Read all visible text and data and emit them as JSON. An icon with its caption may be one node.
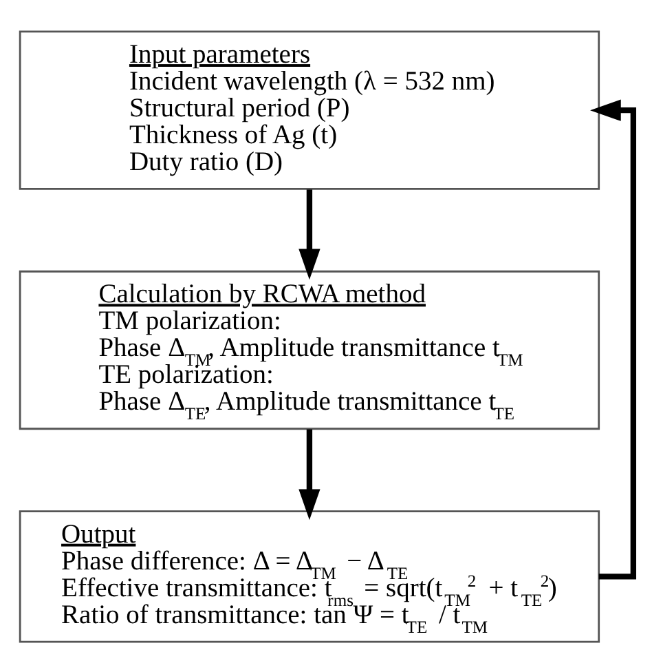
{
  "diagram": {
    "nodes": [
      {
        "text": [
          "Input parameters",
          "Incident wavelength (λ = 532 nm)",
          "Structural period (P)",
          "Thickness of Ag (t)",
          "Duty ratio (D)"
        ]
      },
      {
        "text": [
          "Calculation by RCWA method",
          "TM polarization:",
          "Phase Δ$_{TM}$, Amplitude transmittance t$_{TM}$",
          "TE polarization:",
          "Phase Δ$_{TE}$, Amplitude transmittance t$_{TE}$"
        ]
      },
      {
        "text": [
          "Output",
          "Phase difference: Δ = Δ$_{TM}$ − Δ$_{TE}$",
          "Effective transmittance: t$_{rms}$ = sqrt(t$_{TM}$$^{2}$ + t$_{TE}$$^{2}$)",
          "Ratio of transmittance: tan Ψ = t$_{TE}$ / t$_{TM}$"
        ]
      }
    ],
    "edges": [
      {
        "from": 0,
        "to": 1,
        "arrow": "to"
      },
      {
        "from": 1,
        "to": 2,
        "arrow": "to"
      },
      {
        "from": 2,
        "to": 0,
        "arrow": "to"
      }
    ]
  }
}
